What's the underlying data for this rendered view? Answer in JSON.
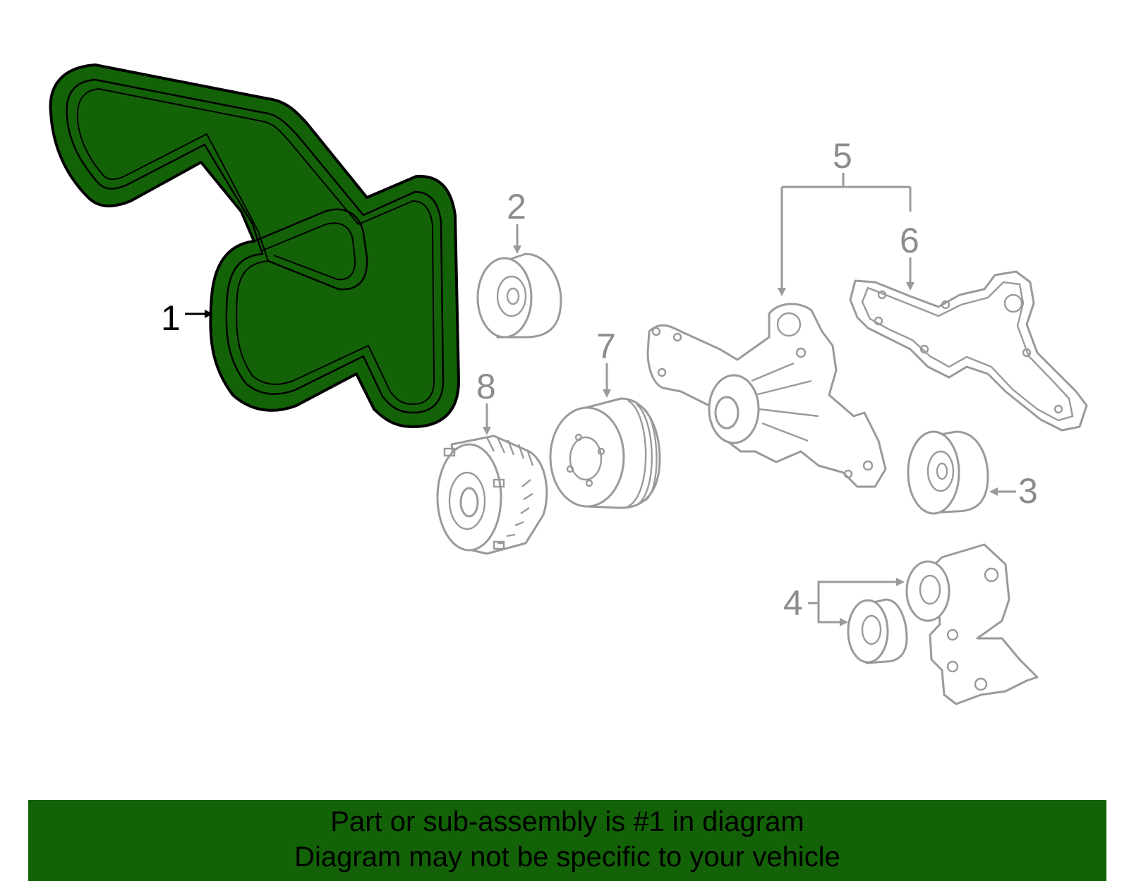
{
  "colors": {
    "highlight": "#136207",
    "part_stroke": "#9a9a9a",
    "label_inactive": "#8c8c8c",
    "label_active": "#000000",
    "banner_background": "#136207"
  },
  "highlighted_callout": "1",
  "callouts": {
    "c1": "1",
    "c2": "2",
    "c3": "3",
    "c4": "4",
    "c5": "5",
    "c6": "6",
    "c7": "7",
    "c8": "8"
  },
  "banner": {
    "line1": "Part or sub-assembly is #1 in diagram",
    "line2": "Diagram may not be specific to your vehicle"
  }
}
